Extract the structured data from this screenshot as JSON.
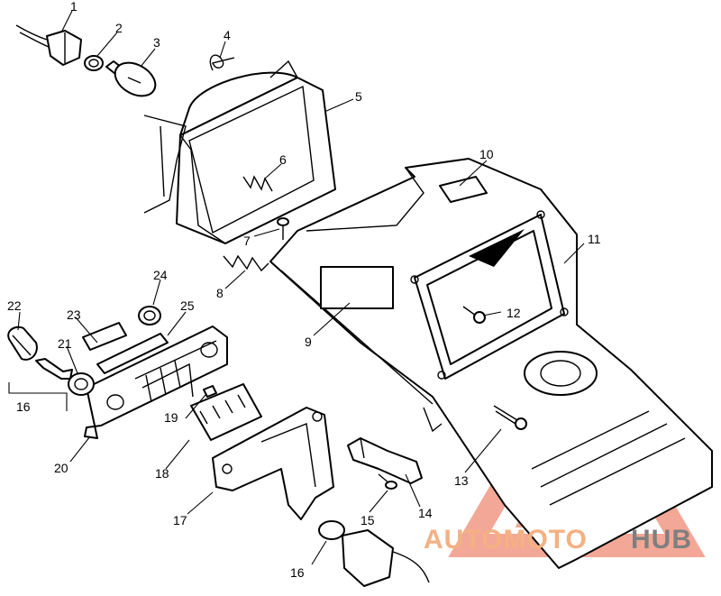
{
  "diagram": {
    "callouts": [
      {
        "id": "c1",
        "text": "1"
      },
      {
        "id": "c2",
        "text": "2"
      },
      {
        "id": "c3",
        "text": "3"
      },
      {
        "id": "c4",
        "text": "4"
      },
      {
        "id": "c5",
        "text": "5"
      },
      {
        "id": "c6",
        "text": "6"
      },
      {
        "id": "c7",
        "text": "7"
      },
      {
        "id": "c8",
        "text": "8"
      },
      {
        "id": "c9",
        "text": "9"
      },
      {
        "id": "c10",
        "text": "10"
      },
      {
        "id": "c11",
        "text": "11"
      },
      {
        "id": "c12",
        "text": "12"
      },
      {
        "id": "c13",
        "text": "13"
      },
      {
        "id": "c14",
        "text": "14"
      },
      {
        "id": "c15",
        "text": "15"
      },
      {
        "id": "c16a",
        "text": "16"
      },
      {
        "id": "c16b",
        "text": "16"
      },
      {
        "id": "c17",
        "text": "17"
      },
      {
        "id": "c18",
        "text": "18"
      },
      {
        "id": "c19",
        "text": "19"
      },
      {
        "id": "c20",
        "text": "20"
      },
      {
        "id": "c21",
        "text": "21"
      },
      {
        "id": "c22",
        "text": "22"
      },
      {
        "id": "c23",
        "text": "23"
      },
      {
        "id": "c24",
        "text": "24"
      },
      {
        "id": "c25",
        "text": "25"
      }
    ]
  },
  "watermark": {
    "part1": "AUTOMOTO",
    "part2": "HUB",
    "color_primary": "#f4a07a",
    "color_secondary": "#7f7f7f"
  }
}
